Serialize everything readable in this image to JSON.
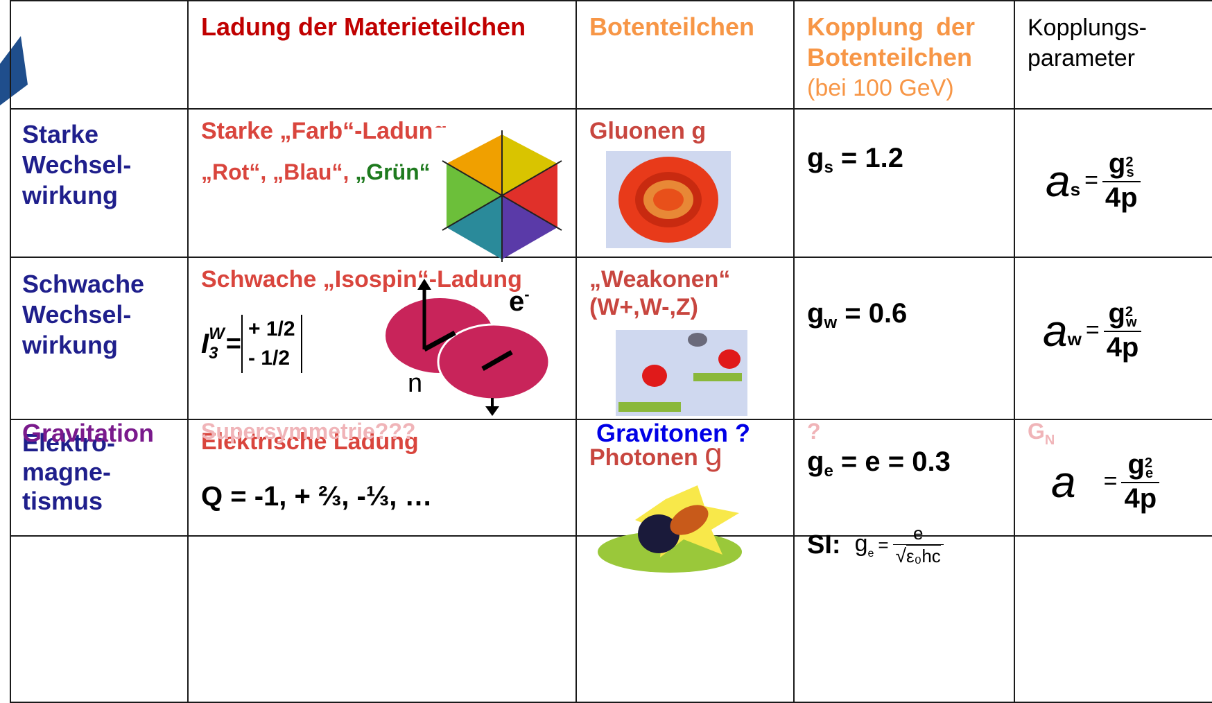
{
  "header": {
    "charge": "Ladung der Materieteilchen",
    "bosons": "Botenteilchen",
    "coupling_line1": "Kopplung der",
    "coupling_line2": "Botenteilchen",
    "coupling_note": "(bei 100 GeV)",
    "param_line1": "Kopplungs-",
    "param_line2": "parameter"
  },
  "rows": [
    {
      "force": [
        "Starke",
        "Wechsel-",
        "wirkung"
      ],
      "charge_title": "Starke „Farb“-Ladung",
      "charge_colors": {
        "red": "„Rot“, ",
        "blue": "„Blau“, ",
        "green": "„Grün“"
      },
      "boson": "Gluonen g",
      "coupling_symbol": "g",
      "coupling_sub": "s",
      "coupling_value": " = 1.2",
      "param_alpha": "a",
      "param_sub": "s",
      "param_num": "g",
      "param_num_sub": "s",
      "param_num_sup": "2",
      "param_den": "4p"
    },
    {
      "force": [
        "Schwache",
        "Wechsel-",
        "wirkung"
      ],
      "charge_title": "Schwache „Isospin“-Ladung",
      "isospin_symbol": "I",
      "isospin_sub": "3",
      "isospin_sup": "W",
      "isospin_eq": " = ",
      "isospin_plus": "+ 1/2",
      "isospin_minus": "- 1/2",
      "electron": "e",
      "electron_sup": "-",
      "neutrino": "n",
      "boson_line1": "„Weakonen“",
      "boson_line2": "(W+,W-,Z)",
      "coupling_symbol": "g",
      "coupling_sub": "w",
      "coupling_value": " = 0.6",
      "param_alpha": "a",
      "param_sub": "w",
      "param_num": "g",
      "param_num_sub": "w",
      "param_num_sup": "2",
      "param_den": "4p"
    },
    {
      "force": [
        "Elektro-",
        "magne-",
        "tismus"
      ],
      "charge_title": "Elektrische Ladung",
      "charge_values": "Q = -1, + ⅔, -⅓, …",
      "boson": "Photonen ",
      "boson_symbol": "g",
      "coupling_symbol": "g",
      "coupling_sub": "e",
      "coupling_value": " = e = 0.3",
      "si_label": "SI:",
      "si_lhs": "g",
      "si_lhs_sub": "e",
      "si_num": "e",
      "si_den": "ε₀hc",
      "param_alpha": "a",
      "param_num": "g",
      "param_num_sub": "e",
      "param_num_sup": "2",
      "param_den": "4p"
    },
    {
      "force": [
        "Gravitation"
      ],
      "charge_title": "Supersymmetrie???",
      "boson": "Gravitonen ?",
      "coupling": "?",
      "param": "G",
      "param_sub": "N"
    }
  ]
}
